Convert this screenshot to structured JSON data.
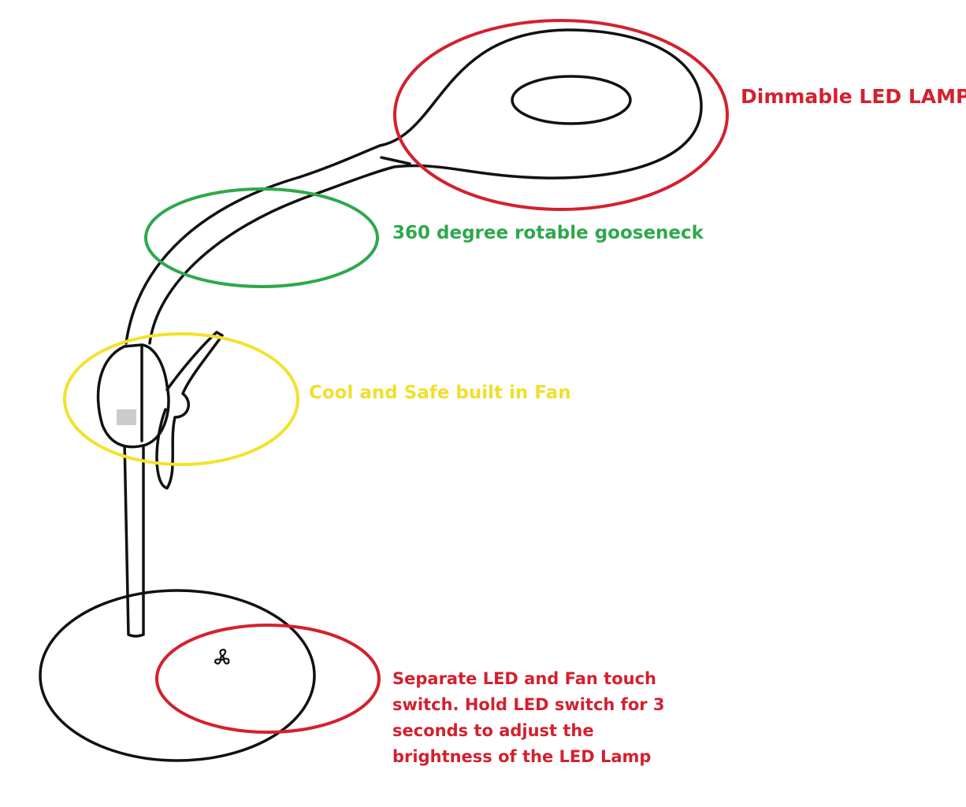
{
  "colors": {
    "red": "#d4202e",
    "green": "#2ea84c",
    "yellow": "#f2e22a",
    "line": "#111111"
  },
  "annotations": {
    "lamp": "Dimmable LED LAMP",
    "gooseneck": "360 degree rotable gooseneck",
    "fan": "Cool and Safe built in Fan",
    "switch_lines": [
      "Separate LED and Fan touch",
      "switch. Hold LED switch for 3",
      "seconds to adjust the",
      "brightness of the LED Lamp"
    ]
  },
  "icons": {
    "switch": "fan-icon"
  }
}
